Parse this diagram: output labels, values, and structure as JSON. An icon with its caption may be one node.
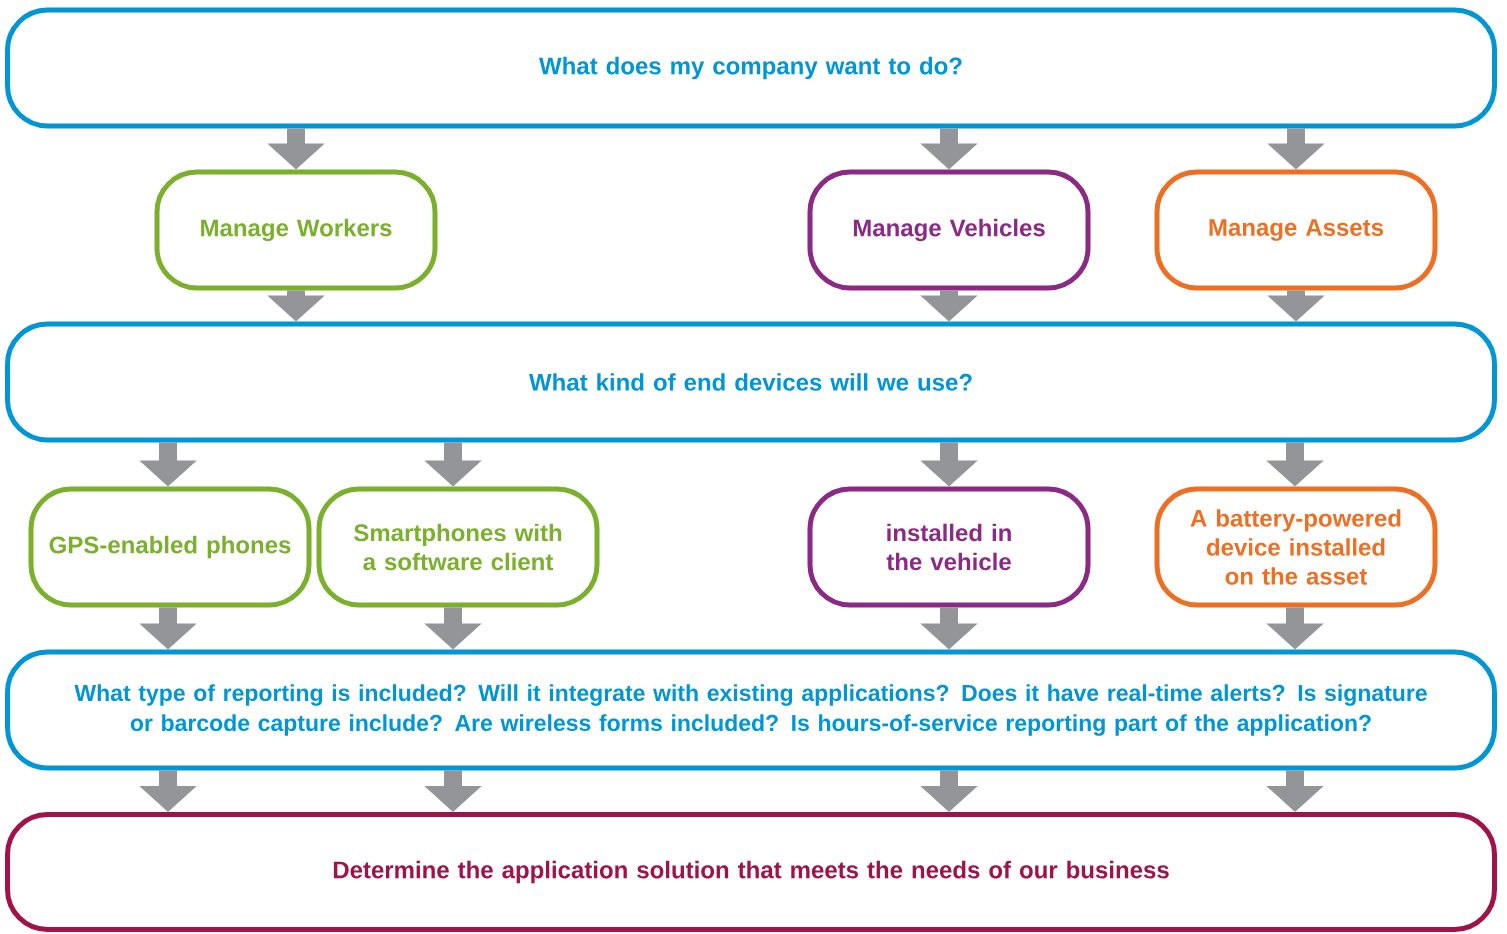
{
  "diagram": {
    "nodes": [
      {
        "text": [
          "What does my company want to do?"
        ]
      },
      {
        "text": [
          "Manage Workers"
        ]
      },
      {
        "text": [
          "Manage Vehicles"
        ]
      },
      {
        "text": [
          "Manage Assets"
        ]
      },
      {
        "text": [
          "What kind of end devices will we use?"
        ]
      },
      {
        "text": [
          "GPS-enabled phones"
        ]
      },
      {
        "text": [
          "Smartphones with a software client"
        ]
      },
      {
        "text": [
          "installed in the vehicle"
        ]
      },
      {
        "text": [
          "A battery-powered device installed on the asset"
        ]
      },
      {
        "text": [
          "What type of reporting is included? Will it integrate with existing applications? Does it have real-time alerts? Is signature or barcode capture include? Are wireless forms included? Is hours-of-service reporting part of the application?"
        ]
      },
      {
        "text": [
          "Determine the application solution that meets the needs of our business"
        ]
      }
    ],
    "edges": [
      {
        "from": 0,
        "to": 1,
        "arrow": "to"
      },
      {
        "from": 0,
        "to": 2,
        "arrow": "to"
      },
      {
        "from": 0,
        "to": 3,
        "arrow": "to"
      },
      {
        "from": 1,
        "to": 4,
        "arrow": "to"
      },
      {
        "from": 2,
        "to": 4,
        "arrow": "to"
      },
      {
        "from": 3,
        "to": 4,
        "arrow": "to"
      },
      {
        "from": 4,
        "to": 5,
        "arrow": "to"
      },
      {
        "from": 4,
        "to": 6,
        "arrow": "to"
      },
      {
        "from": 4,
        "to": 7,
        "arrow": "to"
      },
      {
        "from": 4,
        "to": 8,
        "arrow": "to"
      },
      {
        "from": 5,
        "to": 9,
        "arrow": "to"
      },
      {
        "from": 6,
        "to": 9,
        "arrow": "to"
      },
      {
        "from": 7,
        "to": 9,
        "arrow": "to"
      },
      {
        "from": 8,
        "to": 9,
        "arrow": "to"
      },
      {
        "from": 9,
        "to": 10,
        "arrow": "to"
      },
      {
        "from": 9,
        "to": 10,
        "arrow": "to"
      },
      {
        "from": 9,
        "to": 10,
        "arrow": "to"
      },
      {
        "from": 9,
        "to": 10,
        "arrow": "to"
      }
    ]
  }
}
